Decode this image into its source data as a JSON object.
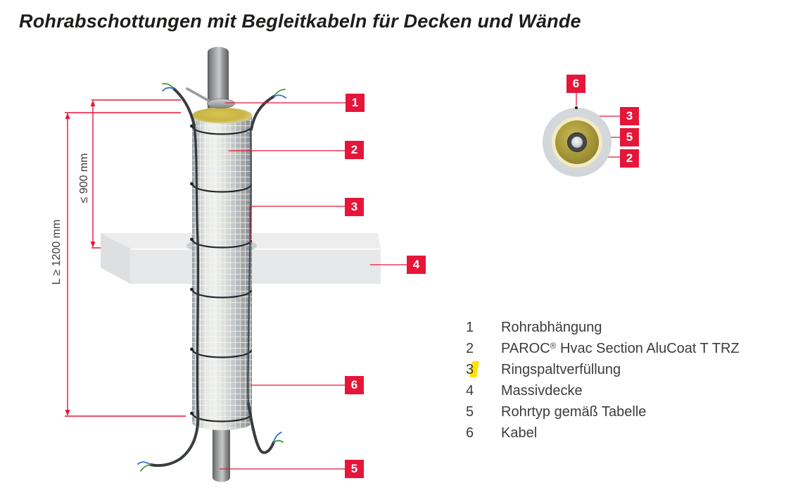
{
  "title": "Rohrabschottungen mit Begleitkabeln für Decken und Wände",
  "colors": {
    "accent_red": "#E5163A",
    "highlight_yellow": "#FFE205",
    "mineral_wool_yellow": "#C9B646",
    "slab_gray": "#E7E8E9"
  },
  "dimensions": {
    "inner": "≤ 900 mm",
    "outer": "L ≥ 1200 mm"
  },
  "callouts": {
    "main": [
      "1",
      "2",
      "3",
      "4",
      "6",
      "5"
    ],
    "cross_section": [
      "6",
      "3",
      "5",
      "2"
    ]
  },
  "legend": {
    "items": [
      {
        "num": "1",
        "label": "Rohrabhängung"
      },
      {
        "num": "2",
        "brand": "PAROC",
        "reg": "®",
        "rest": " Hvac Section AluCoat T TRZ"
      },
      {
        "num": "3",
        "label": "Ringspaltverfüllung"
      },
      {
        "num": "4",
        "label": "Massivdecke"
      },
      {
        "num": "5",
        "label": "Rohrtyp gemäß Tabelle"
      },
      {
        "num": "6",
        "label": "Kabel"
      }
    ]
  }
}
